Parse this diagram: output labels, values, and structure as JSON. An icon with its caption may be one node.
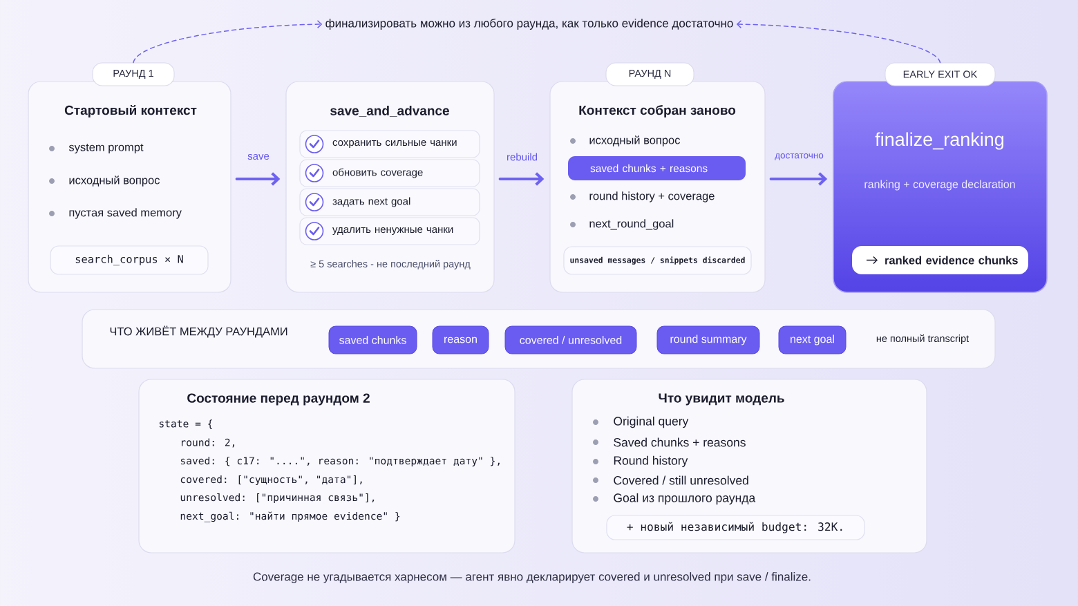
{
  "diagram": {
    "nodes": [
      {
        "text": [
          "финализировать можно из любого раунда, как только evidence достаточно"
        ]
      },
      {
        "text": [
          "РАУНД 1"
        ]
      },
      {
        "text": [
          "Стартовый контекст",
          "system prompt",
          "исходный вопрос",
          "пустая saved memory"
        ]
      },
      {
        "text": [
          "search_corpus × N"
        ],
        "in": 2
      },
      {
        "text": [
          "save_and_advance",
          "≥ 5 searches - не последний раунд"
        ]
      },
      {
        "text": [
          "сохранить сильные чанки"
        ],
        "in": 4
      },
      {
        "text": [
          "обновить coverage"
        ],
        "in": 4
      },
      {
        "text": [
          "задать next goal"
        ],
        "in": 4
      },
      {
        "text": [
          "удалить ненужные чанки"
        ],
        "in": 4
      },
      {
        "text": [
          "РАУНД N"
        ]
      },
      {
        "text": [
          "Контекст собран заново",
          "исходный вопрос",
          "round history + coverage",
          "next_round_goal"
        ]
      },
      {
        "text": [
          "saved chunks + reasons"
        ],
        "in": 10
      },
      {
        "text": [
          "unsaved messages / snippets discarded"
        ],
        "in": 10
      },
      {
        "text": [
          "EARLY EXIT OK"
        ]
      },
      {
        "text": [
          "finalize_ranking",
          "ranking + coverage declaration"
        ]
      },
      {
        "text": [
          "ranked evidence chunks"
        ],
        "in": 14
      },
      {
        "text": [
          "ЧТО ЖИВЁТ МЕЖДУ РАУНДАМИ",
          "не полный transcript"
        ]
      },
      {
        "text": [
          "saved chunks"
        ],
        "in": 16
      },
      {
        "text": [
          "reason"
        ],
        "in": 16
      },
      {
        "text": [
          "covered / unresolved"
        ],
        "in": 16
      },
      {
        "text": [
          "round summary"
        ],
        "in": 16
      },
      {
        "text": [
          "next goal"
        ],
        "in": 16
      },
      {
        "text": [
          "Состояние перед раундом 2",
          "state = {",
          "round: 2,",
          "saved: { c17: \"....\", reason: \"подтверждает дату\" },",
          "covered: [\"сущность\", \"дата\"],",
          "unresolved: [\"причинная связь\"],",
          "next_goal: \"найти прямое evidence\" }"
        ]
      },
      {
        "text": [
          "Что увидит модель",
          "Original query",
          "Saved chunks + reasons",
          "Round history",
          "Covered / still unresolved",
          "Goal из прошлого раунда"
        ]
      },
      {
        "text": [
          "+ новый независимый budget: 32K."
        ],
        "in": 23
      }
    ],
    "edges": [
      {
        "from": 1,
        "to": 0,
        "arrow": "to",
        "style": "dashed"
      },
      {
        "from": 13,
        "to": 0,
        "arrow": "to",
        "style": "dashed"
      },
      {
        "from": 2,
        "to": 4,
        "arrow": "to",
        "label": "save"
      },
      {
        "from": 4,
        "to": 10,
        "arrow": "to",
        "label": "rebuild"
      },
      {
        "from": 10,
        "to": 14,
        "arrow": "to",
        "label": "достаточно"
      }
    ],
    "caption": "Coverage не угадывается харнесом — агент явно декларирует covered и unresolved при save / finalize."
  }
}
